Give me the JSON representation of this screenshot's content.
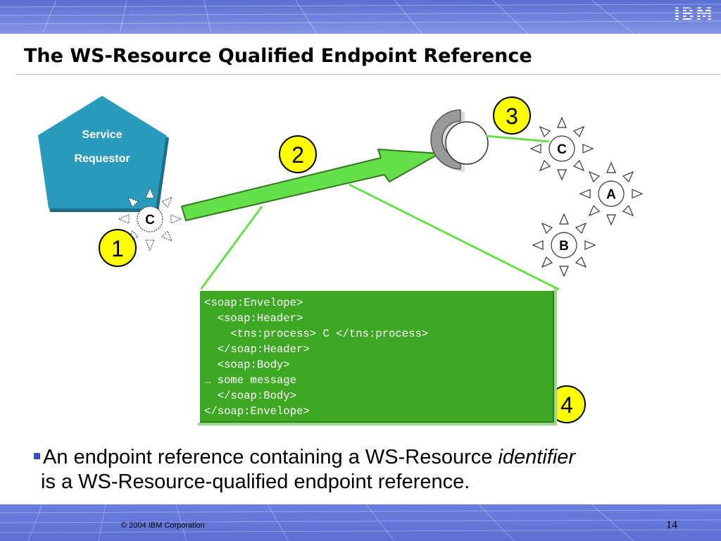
{
  "header": {
    "logo_text": "IBM",
    "title": "The WS-Resource Qualified Endpoint Reference"
  },
  "diagram": {
    "requestor": {
      "label_line1": "Service",
      "label_line2": "Requestor",
      "color": "#2b9bbd"
    },
    "resources": {
      "requestor_side": "C",
      "resource_c": "C",
      "resource_a": "A",
      "resource_b": "B"
    },
    "step_badges": [
      "1",
      "2",
      "3",
      "4"
    ],
    "badge_color": "#ffff00",
    "arrow_color": "#66e04a",
    "message_box": {
      "lines": [
        "<soap:Envelope>",
        "  <soap:Header>",
        "    <tns:process> C </tns:process>",
        "  </soap:Header>",
        "  <soap:Body>",
        "… some message",
        "  </soap:Body>",
        "</soap:Envelope>"
      ],
      "color": "#3ea825"
    }
  },
  "bullet": {
    "text_before": "An endpoint reference containing a WS-Resource ",
    "text_emphasis": "identifier",
    "text_line2": "is a WS-Resource-qualified endpoint reference."
  },
  "footer": {
    "copyright": "© 2004 IBM Corporation",
    "page_number": "14"
  }
}
